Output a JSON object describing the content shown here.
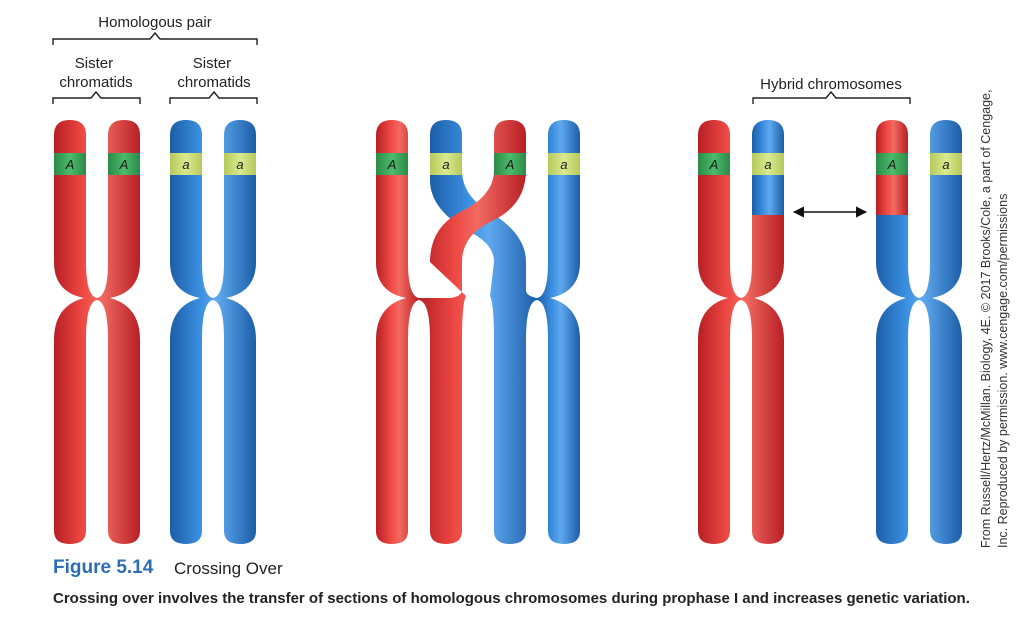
{
  "labels": {
    "homologous_pair": "Homologous pair",
    "sister_chromatids_left": "Sister chromatids",
    "sister_chromatids_right": "Sister chromatids",
    "hybrid_chromosomes": "Hybrid chromosomes"
  },
  "alleles": {
    "dominant": "A",
    "recessive": "a"
  },
  "colors": {
    "red_chromosome": "#e23a3a",
    "blue_chromosome": "#2f7ed1",
    "band_green": "#3aa85b",
    "band_yellow": "#cfe07a",
    "figure_number": "#2d6db5"
  },
  "figure": {
    "number": "Figure 5.14",
    "title": "Crossing Over",
    "caption": "Crossing over involves the transfer of sections of homologous chromosomes during prophase I and increases genetic variation."
  },
  "credit": {
    "line1": "From Russell/Hertz/McMillan. Biology, 4E. © 2017 Brooks/Cole, a part of Cengage,",
    "line2": "Inc. Reproduced by permission. www.cengage.com/permissions"
  }
}
